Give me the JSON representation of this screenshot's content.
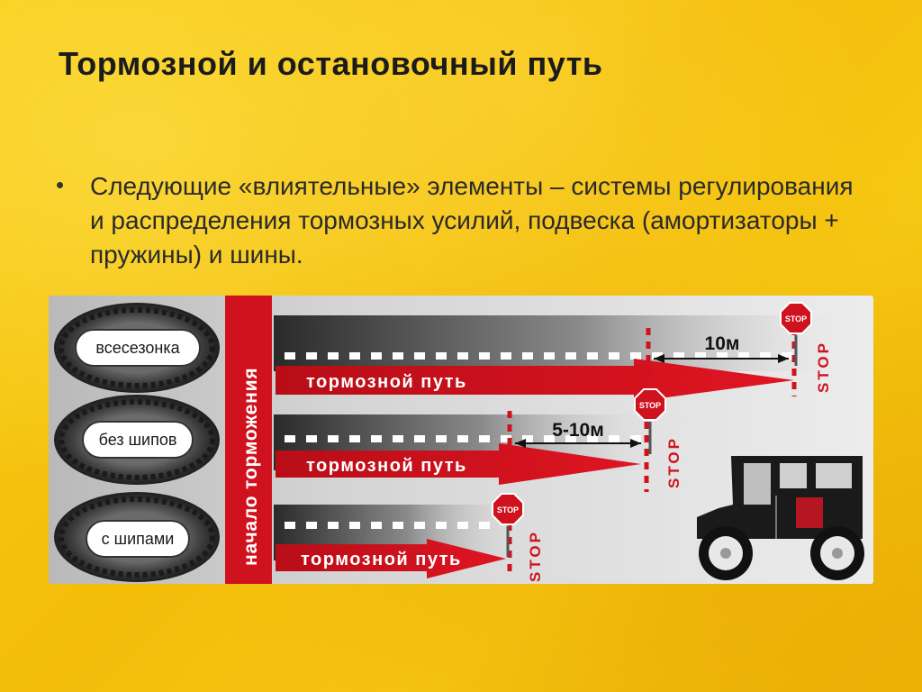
{
  "slide": {
    "title": "Тормозной и остановочный путь",
    "bullet": "Следующие «влиятельные» элементы – системы регулирования и распределения тормозных усилий, подвеска (амортизаторы + пружины) и шины."
  },
  "diagram": {
    "start_label": "начало торможения",
    "stop_text": "STOP",
    "stop_sign_text": "STOP",
    "rows": [
      {
        "tire_label": "всесезонка",
        "arrow_label": "тормозной путь",
        "gap_label": "10м"
      },
      {
        "tire_label": "без шипов",
        "arrow_label": "тормозной путь",
        "gap_label": "5-10м"
      },
      {
        "tire_label": "с шипами",
        "arrow_label": "тормозной путь",
        "gap_label": ""
      }
    ],
    "colors": {
      "accent_red": "#d0121e",
      "background_yellow": "#f6c40f",
      "panel_grey": "#d0d0d0"
    },
    "icons": [
      "tire-icon",
      "stop-sign-icon",
      "vintage-car-icon"
    ]
  }
}
